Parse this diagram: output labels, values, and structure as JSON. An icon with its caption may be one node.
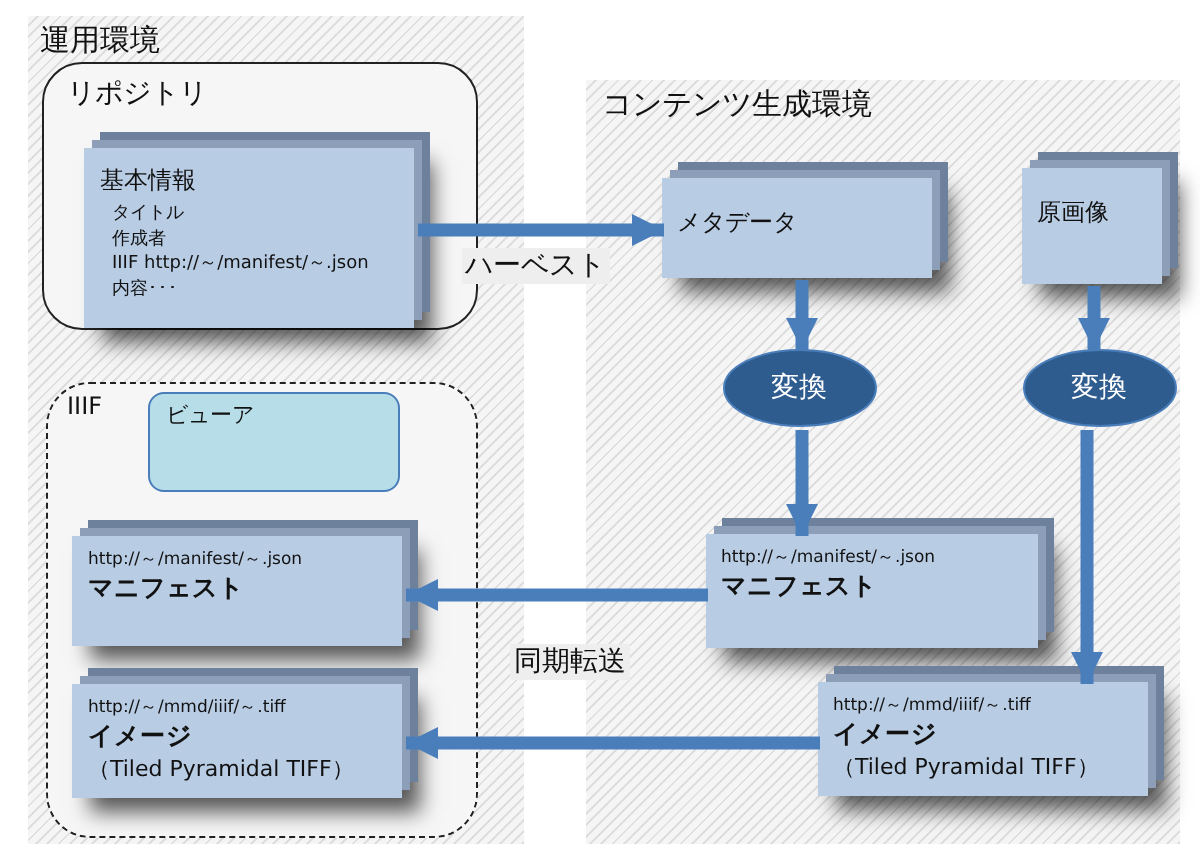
{
  "diagram": {
    "nodes": [
      {
        "text": [
          "運用環境"
        ]
      },
      {
        "text": [
          "リポジトリ"
        ],
        "in": 0
      },
      {
        "text": [
          "基本情報",
          "タイトル",
          "作成者",
          "IIIF http://～/manifest/～.json",
          "内容･･･"
        ],
        "in": 1
      },
      {
        "text": [
          "IIIF"
        ],
        "in": 0
      },
      {
        "text": [
          "ビューア"
        ],
        "in": 3
      },
      {
        "text": [
          "http://～/manifest/～.json",
          "マニフェスト"
        ],
        "in": 3
      },
      {
        "text": [
          "http://～/mmd/iiif/～.tiff",
          "イメージ",
          "（Tiled Pyramidal TIFF）"
        ],
        "in": 3
      },
      {
        "text": [
          "コンテンツ生成環境"
        ]
      },
      {
        "text": [
          "メタデータ"
        ],
        "in": 7
      },
      {
        "text": [
          "原画像"
        ],
        "in": 7
      },
      {
        "text": [
          "変換"
        ],
        "in": 7
      },
      {
        "text": [
          "変換"
        ],
        "in": 7
      },
      {
        "text": [
          "http://～/manifest/～.json",
          "マニフェスト"
        ],
        "in": 7
      },
      {
        "text": [
          "http://～/mmd/iiif/～.tiff",
          "イメージ",
          "（Tiled Pyramidal TIFF）"
        ],
        "in": 7
      }
    ],
    "edges": [
      {
        "from": 2,
        "to": 8,
        "arrow": "to",
        "label": "ハーベスト"
      },
      {
        "from": 8,
        "to": 10,
        "arrow": "to"
      },
      {
        "from": 10,
        "to": 12,
        "arrow": "to"
      },
      {
        "from": 9,
        "to": 11,
        "arrow": "to"
      },
      {
        "from": 11,
        "to": 13,
        "arrow": "to"
      },
      {
        "from": 12,
        "to": 5,
        "arrow": "to"
      },
      {
        "from": 13,
        "to": 6,
        "arrow": "to"
      }
    ],
    "labels": [
      "同期転送"
    ]
  }
}
